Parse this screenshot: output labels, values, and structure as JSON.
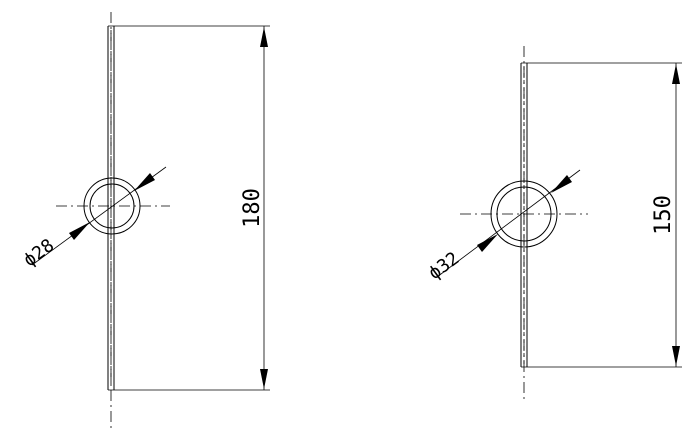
{
  "drawing": {
    "line_color": "#000000",
    "background_color": "#ffffff",
    "left_part": {
      "height_dimension": "180",
      "hole_diameter_label": "ϕ28"
    },
    "right_part": {
      "height_dimension": "150",
      "hole_diameter_label": "ϕ32"
    }
  }
}
